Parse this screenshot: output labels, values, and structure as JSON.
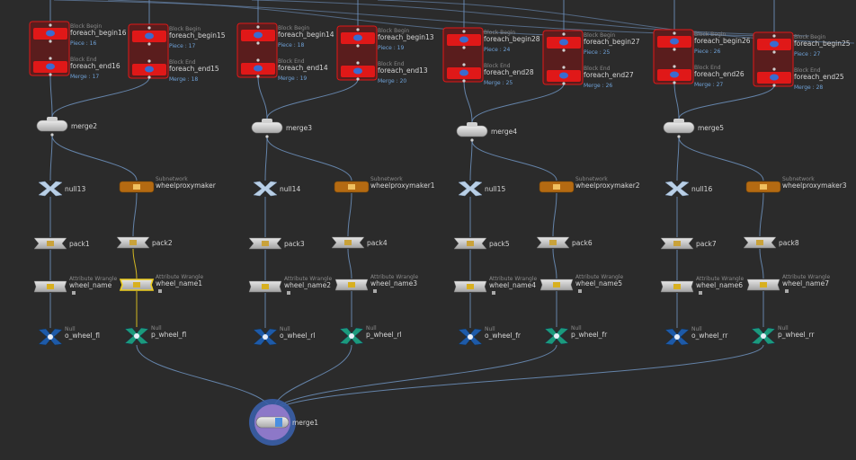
{
  "colors": {
    "background": "#2b2b2b",
    "wire": "#6f93bf",
    "block_red": "#e01818",
    "selected": "#f0d020",
    "merge_highlight": "#8d78c8"
  },
  "columns": [
    {
      "begin": "foreach_begin16",
      "end": "foreach_end16",
      "piece": "Piece : 16",
      "merge_info": "Merge : 17",
      "merge": "merge2",
      "left_chain": [
        "null13",
        "pack1",
        "wheel_name",
        "o_wheel_fl"
      ],
      "right_chain": [
        "wheelproxymaker",
        "pack2",
        "wheel_name1",
        "p_wheel_fl"
      ]
    },
    {
      "begin": "foreach_begin15",
      "end": "foreach_end15",
      "piece": "Piece : 17",
      "merge_info": "Merge : 18"
    },
    {
      "begin": "foreach_begin14",
      "end": "foreach_end14",
      "piece": "Piece : 18",
      "merge_info": "Merge : 19",
      "merge": "merge3",
      "left_chain": [
        "null14",
        "pack3",
        "wheel_name2",
        "o_wheel_rl"
      ],
      "right_chain": [
        "wheelproxymaker1",
        "pack4",
        "wheel_name3",
        "p_wheel_rl"
      ]
    },
    {
      "begin": "foreach_begin13",
      "end": "foreach_end13",
      "piece": "Piece : 19",
      "merge_info": "Merge : 20"
    },
    {
      "begin": "foreach_begin28",
      "end": "foreach_end28",
      "piece": "Piece : 24",
      "merge_info": "Merge : 25",
      "merge": "merge4",
      "left_chain": [
        "null15",
        "pack5",
        "wheel_name4",
        "o_wheel_fr"
      ],
      "right_chain": [
        "wheelproxymaker2",
        "pack6",
        "wheel_name5",
        "p_wheel_fr"
      ]
    },
    {
      "begin": "foreach_begin27",
      "end": "foreach_end27",
      "piece": "Piece : 25",
      "merge_info": "Merge : 26"
    },
    {
      "begin": "foreach_begin26",
      "end": "foreach_end26",
      "piece": "Piece : 26",
      "merge_info": "Merge : 27",
      "merge": "merge5",
      "left_chain": [
        "null16",
        "pack7",
        "wheel_name6",
        "o_wheel_rr"
      ],
      "right_chain": [
        "wheelproxymaker3",
        "pack8",
        "wheel_name7",
        "p_wheel_rr"
      ]
    },
    {
      "begin": "foreach_begin25",
      "end": "foreach_end25",
      "piece": "Piece : 27",
      "merge_info": "Merge : 28"
    }
  ],
  "type_labels": {
    "block_begin": "Block Begin",
    "block_end": "Block End",
    "subnetwork": "Subnetwork",
    "attribute_wrangle": "Attribute Wrangle",
    "null": "Null"
  },
  "final_merge": "merge1",
  "selected_node": "wheel_name1"
}
